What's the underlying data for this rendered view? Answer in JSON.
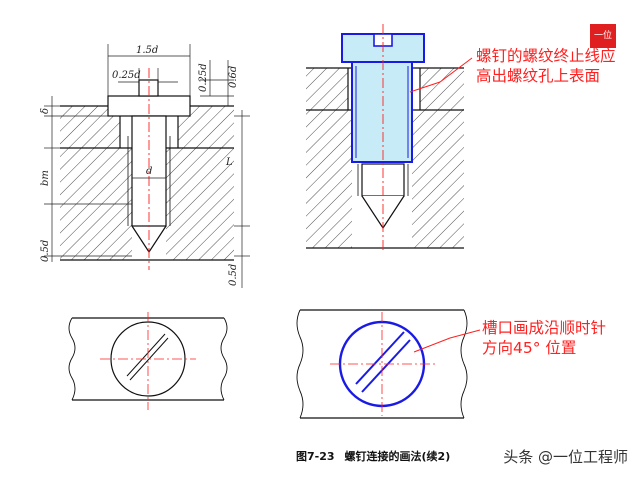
{
  "labels": {
    "dim_1_5d": "1.5d",
    "dim_0_25d_top": "0.25d",
    "dim_0_25d_right": "0.25d",
    "dim_0_6d": "0.6d",
    "dim_delta": "δ",
    "dim_bm": "bm",
    "dim_d": "d",
    "dim_L": "L",
    "dim_0_5d_left": "0.5d",
    "dim_0_5d_right": "0.5d"
  },
  "annotations": {
    "thread_note_line1": "螺钉的螺纹终止线应",
    "thread_note_line2": "高出螺纹孔上表面",
    "slot_note_line1": "槽口画成沿顺时针",
    "slot_note_line2": "方向45° 位置"
  },
  "caption": {
    "figure_number": "图7-23",
    "figure_title": "螺钉连接的画法(续2)"
  },
  "watermark": {
    "text": "头条 @一位工程师",
    "logo_text": "一位"
  },
  "colors": {
    "blue": "#1a1ae6",
    "red": "#ff2020",
    "fill": "#c8ecf7",
    "line": "#111111"
  }
}
